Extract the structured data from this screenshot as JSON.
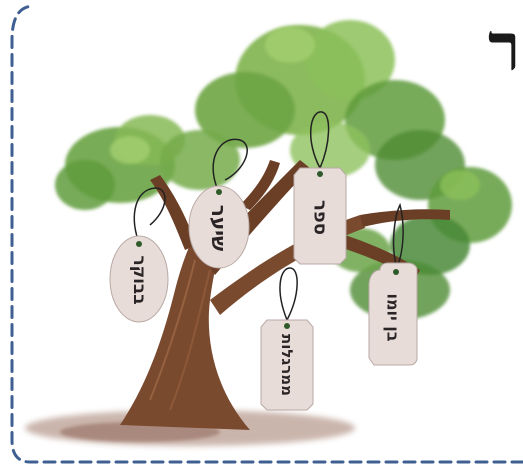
{
  "heading": {
    "letter": "ר"
  },
  "tags": [
    {
      "id": "tag-1",
      "label": "בבוקר",
      "shape": "oval"
    },
    {
      "id": "tag-2",
      "label": "שיער",
      "shape": "oval"
    },
    {
      "id": "tag-3",
      "label": "ספר",
      "shape": "rectangle"
    },
    {
      "id": "tag-4",
      "label": "ממרגלות",
      "shape": "rectangle"
    },
    {
      "id": "tag-5",
      "label": "בן יומו",
      "shape": "rectangle"
    }
  ],
  "colors": {
    "frame_dash": "#3f5f92",
    "trunk": "#7a4a2f",
    "foliage": "#5f9c3c",
    "tag_fill": "#e7dcd8",
    "tag_stroke": "#b9a9a4",
    "ground": "#a07a6b"
  }
}
